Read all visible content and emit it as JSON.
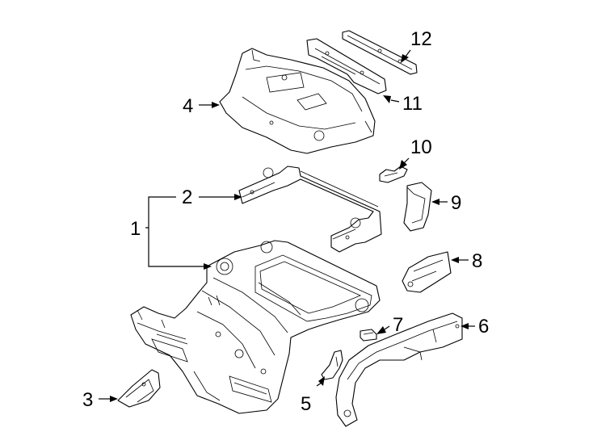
{
  "callouts": {
    "c1": "1",
    "c2": "2",
    "c3": "3",
    "c4": "4",
    "c5": "5",
    "c6": "6",
    "c7": "7",
    "c8": "8",
    "c9": "9",
    "c10": "10",
    "c11": "11",
    "c12": "12"
  },
  "parts": [
    {
      "id": "1",
      "icon": "floor-pan-assembly"
    },
    {
      "id": "2",
      "icon": "rear-floor-frame"
    },
    {
      "id": "3",
      "icon": "floor-bracket"
    },
    {
      "id": "4",
      "icon": "rear-package-tray"
    },
    {
      "id": "5",
      "icon": "small-bracket"
    },
    {
      "id": "6",
      "icon": "wheelhouse-panel"
    },
    {
      "id": "7",
      "icon": "clip"
    },
    {
      "id": "8",
      "icon": "side-bracket"
    },
    {
      "id": "9",
      "icon": "support-bracket"
    },
    {
      "id": "10",
      "icon": "small-reinforcement"
    },
    {
      "id": "11",
      "icon": "package-tray-reinforcement"
    },
    {
      "id": "12",
      "icon": "upper-reinforcement-strip"
    }
  ]
}
